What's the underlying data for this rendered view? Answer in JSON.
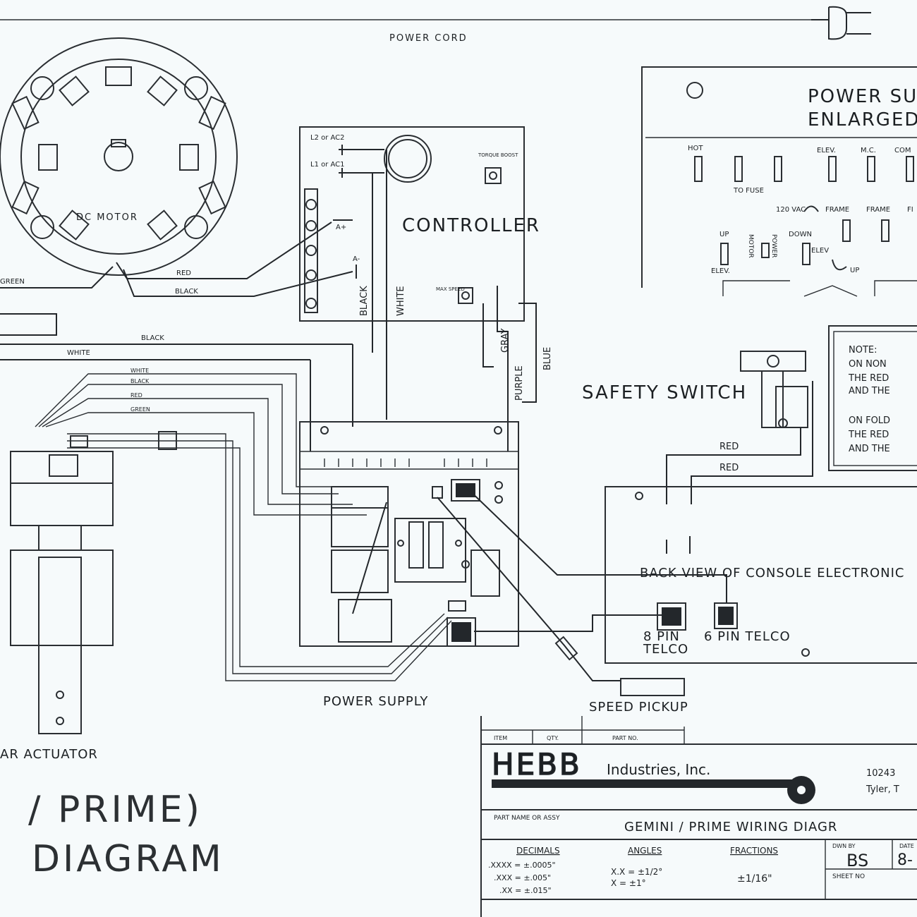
{
  "labels": {
    "power_cord": "POWER CORD",
    "dc_motor": "DC MOTOR",
    "controller": "CONTROLLER",
    "power_supply": "POWER SUPPLY",
    "speed_pickup": "SPEED PICKUP",
    "safety_switch": "SAFETY SWITCH",
    "back_view": "BACK VIEW OF CONSOLE ELECTRONIC",
    "eight_pin": "8 PIN",
    "telco": "TELCO",
    "six_pin_telco": "6 PIN TELCO",
    "linear_actuator": "AR ACTUATOR",
    "title_prime": "/ PRIME)",
    "title_diagram": "DIAGRAM",
    "power_supply_enlarged_1": "POWER SU",
    "power_supply_enlarged_2": "ENLARGED",
    "l2_ac2": "L2 or AC2",
    "l1_ac1": "L1 or AC1",
    "a_plus": "A+",
    "a_minus": "A-",
    "torque_boost": "TORQUE BOOST",
    "max_speed": "MAX SPEED"
  },
  "wires": {
    "red": "RED",
    "black": "BLACK",
    "white": "WHITE",
    "green": "GREEN",
    "gray": "GRAY",
    "purple": "PURPLE",
    "blue": "BLUE"
  },
  "enlarged_panel": {
    "hot": "HOT",
    "to_fuse": "TO FUSE",
    "vac": "120 VAC",
    "elev": "ELEV.",
    "mc": "M.C.",
    "com": "COM",
    "frame1": "FRAME",
    "frame2": "FRAME",
    "frame3": "FI",
    "up": "UP",
    "down": "DOWN",
    "motor": "MOTOR",
    "power": "POWER",
    "elev2": "ELEV",
    "up2": "UP",
    "elev3": "ELEV."
  },
  "note": {
    "lines": [
      "NOTE:",
      "ON NON",
      "THE RED",
      "AND THE",
      "",
      "ON FOLD",
      "THE RED",
      "AND THE"
    ]
  },
  "title_block": {
    "item": "ITEM",
    "qty": "QTY.",
    "part_no": "PART NO.",
    "company": "HEBB",
    "company_suffix": "Industries, Inc.",
    "address1": "10243",
    "address2": "Tyler, T",
    "part_name_label": "PART NAME OR ASSY",
    "drawing_title": "GEMINI / PRIME WIRING DIAGR",
    "decimals_label": "DECIMALS",
    "decimals_1": ".XXXX = ±.0005\"",
    "decimals_2": ".XXX = ±.005\"",
    "decimals_3": ".XX = ±.015\"",
    "angles_label": "ANGLES",
    "angles_1": "X.X = ±1/2°",
    "angles_2": "X = ±1°",
    "fractions_label": "FRACTIONS",
    "fractions_1": "±1/16\"",
    "drawn_by_label": "DWN BY",
    "drawn_by": "BS",
    "date_label": "DATE",
    "date": "8-",
    "sheet_label": "SHEET NO"
  }
}
